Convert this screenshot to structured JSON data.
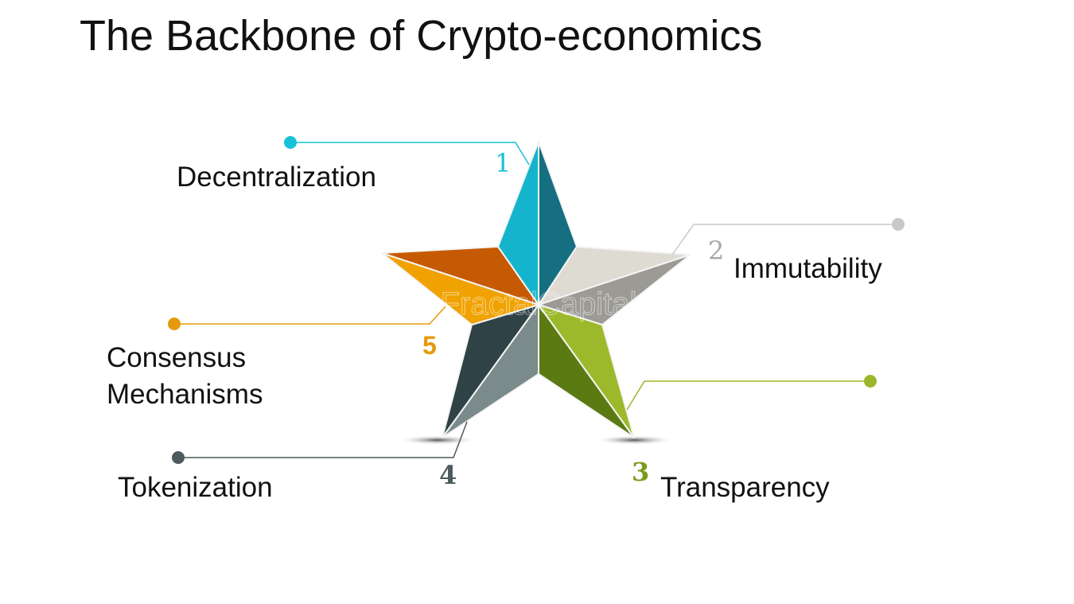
{
  "title": "The Backbone of Crypto-economics",
  "watermark": "FractalCapital",
  "items": [
    {
      "number": "1",
      "label": "Decentralization",
      "color": "#18c1d8"
    },
    {
      "number": "2",
      "label": "Immutability",
      "color": "#a8a8a8"
    },
    {
      "number": "3",
      "label": "Transparency",
      "color": "#7f9a1e"
    },
    {
      "number": "4",
      "label": "Tokenization",
      "color": "#4d5a5e"
    },
    {
      "number": "5",
      "label": "Consensus Mechanisms",
      "color": "#e59a0c"
    }
  ]
}
